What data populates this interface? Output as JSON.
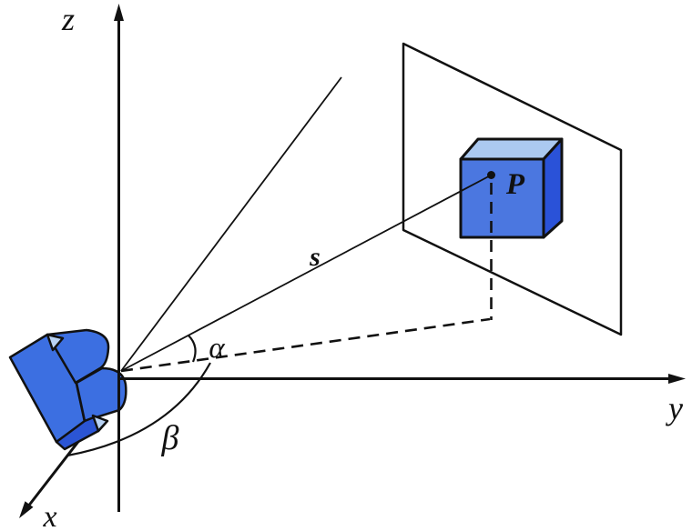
{
  "diagram": {
    "background": "#ffffff",
    "labels": {
      "z_axis": "z",
      "y_axis": "y",
      "x_axis": "x",
      "range_line": "s",
      "point": "P",
      "alpha_angle": "α",
      "beta_angle": "β"
    },
    "colors": {
      "outline": "#111111",
      "camera_body": "#3c6fe1",
      "camera_underside": "#2b55d4",
      "camera_accent": "#b9d3f4",
      "cube_front": "#4b77e0",
      "cube_top": "#abc9f0",
      "cube_side": "#2a52d8",
      "plane_fill": "#ffffff"
    }
  }
}
